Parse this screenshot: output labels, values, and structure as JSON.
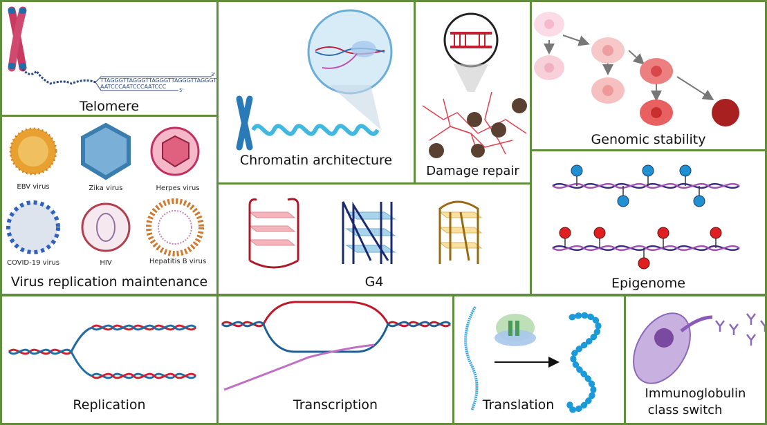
{
  "colors": {
    "border": "#5f8f3e",
    "red": "#c0203a",
    "blue": "#1e6fa8",
    "navy": "#1f2a6b",
    "purple": "#b070c0"
  },
  "telomere": {
    "title": "Telomere",
    "strand_top": "TTAGGGTTAGGGTTAGGGTTAGGGTTAGGGTTAGGG",
    "strand_bottom": "AATCCCAATCCCAATCCC",
    "end_3": "3'",
    "end_5": "5'"
  },
  "virus": {
    "title": "Virus replication maintenance",
    "items": [
      {
        "label": "EBV virus",
        "color": "#e8a030"
      },
      {
        "label": "Zika virus",
        "color": "#4a8fc0"
      },
      {
        "label": "Herpes virus",
        "color": "#d04870"
      },
      {
        "label": "COVID-19 virus",
        "color": "#3060c0"
      },
      {
        "label": "HIV",
        "color": "#b04050"
      },
      {
        "label": "Hepatitis B virus",
        "color": "#d07a30"
      }
    ]
  },
  "chromatin": {
    "title": "Chromatin architecture"
  },
  "damage": {
    "title": "Damage repair"
  },
  "genomic": {
    "title": "Genomic stability"
  },
  "g4": {
    "title": "G4"
  },
  "epigenome": {
    "title": "Epigenome"
  },
  "replication": {
    "title": "Replication"
  },
  "transcription": {
    "title": "Transcription"
  },
  "translation": {
    "title": "Translation"
  },
  "immuno": {
    "title_line1": "Immunoglobulin",
    "title_line2": "class switch"
  }
}
